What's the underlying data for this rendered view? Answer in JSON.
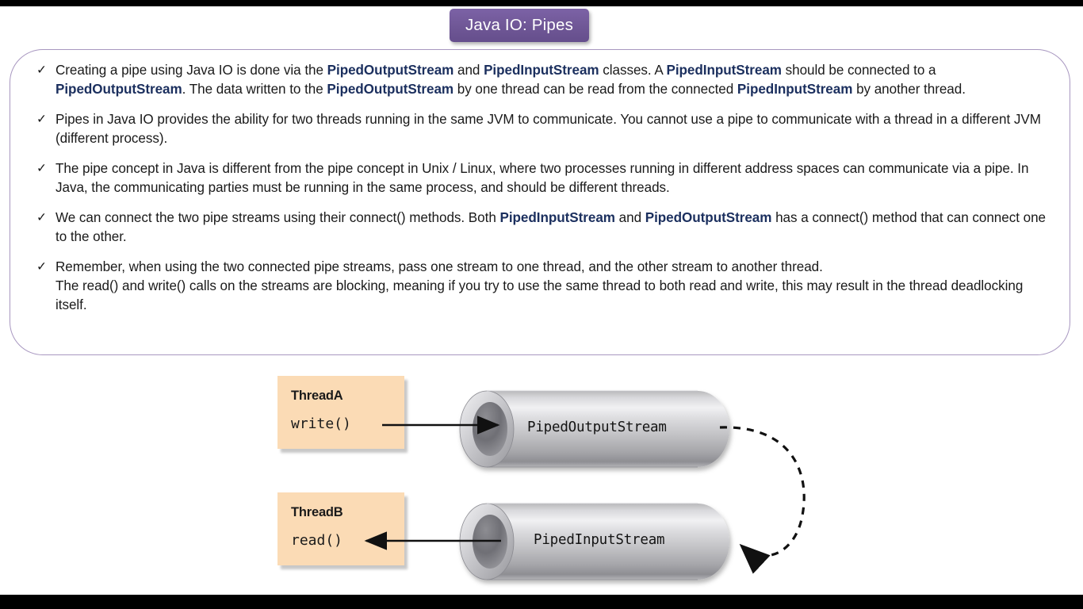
{
  "slide": {
    "title": "Java IO: Pipes",
    "accent_color": "#6f5796",
    "panel_border_color": "#a897c0",
    "bullet_marker": "✓",
    "class_name_color": "#1b2f5e"
  },
  "bullets": [
    {
      "id": "bullet-creating-pipe",
      "segments": [
        {
          "t": "Creating a pipe using Java IO is done via the ",
          "b": false
        },
        {
          "t": "PipedOutputStream",
          "b": true
        },
        {
          "t": " and ",
          "b": false
        },
        {
          "t": "PipedInputStream",
          "b": true
        },
        {
          "t": " classes. A ",
          "b": false
        },
        {
          "t": "PipedInputStream",
          "b": true
        },
        {
          "t": " should be connected to a ",
          "b": false
        },
        {
          "t": "PipedOutputStream",
          "b": true
        },
        {
          "t": ". The data written to the ",
          "b": false
        },
        {
          "t": "PipedOutputStream",
          "b": true
        },
        {
          "t": " by one thread can be read from the connected ",
          "b": false
        },
        {
          "t": "PipedInputStream",
          "b": true
        },
        {
          "t": " by another thread.",
          "b": false
        }
      ]
    },
    {
      "id": "bullet-same-jvm",
      "segments": [
        {
          "t": "Pipes in Java IO provides the ability for two threads running in the same JVM to communicate. You cannot use a pipe to communicate with a thread in a different JVM (different process).",
          "b": false
        }
      ]
    },
    {
      "id": "bullet-unix-difference",
      "segments": [
        {
          "t": "The pipe concept in Java is different from the pipe concept in Unix / Linux, where two processes running in different address spaces can communicate via a pipe. In Java, the communicating parties must be running in the same process, and should be different threads.",
          "b": false
        }
      ]
    },
    {
      "id": "bullet-connect-method",
      "segments": [
        {
          "t": "We can connect the two pipe streams using their connect() methods. Both ",
          "b": false
        },
        {
          "t": "PipedInputStream",
          "b": true
        },
        {
          "t": " and ",
          "b": false
        },
        {
          "t": "PipedOutputStream",
          "b": true
        },
        {
          "t": " has a connect() method that can connect one to the other.",
          "b": false
        }
      ]
    },
    {
      "id": "bullet-blocking-warning",
      "segments": [
        {
          "t": "Remember, when using the two connected pipe streams, pass one stream to one thread, and the other stream to another thread.",
          "b": false
        },
        {
          "t": "\n",
          "b": false
        },
        {
          "t": "The read() and write() calls on the streams are blocking, meaning if you try to use the same thread to both read and write, this may result in the thread deadlocking itself.",
          "b": false
        }
      ]
    }
  ],
  "diagram": {
    "thread_a": {
      "title": "ThreadA",
      "call": "write()"
    },
    "thread_b": {
      "title": "ThreadB",
      "call": "read()"
    },
    "pipe_top_label": "PipedOutputStream",
    "pipe_bottom_label": "PipedInputStream",
    "box_fill": "#fbdbb5",
    "pipe_color": "#b3b3b3"
  }
}
